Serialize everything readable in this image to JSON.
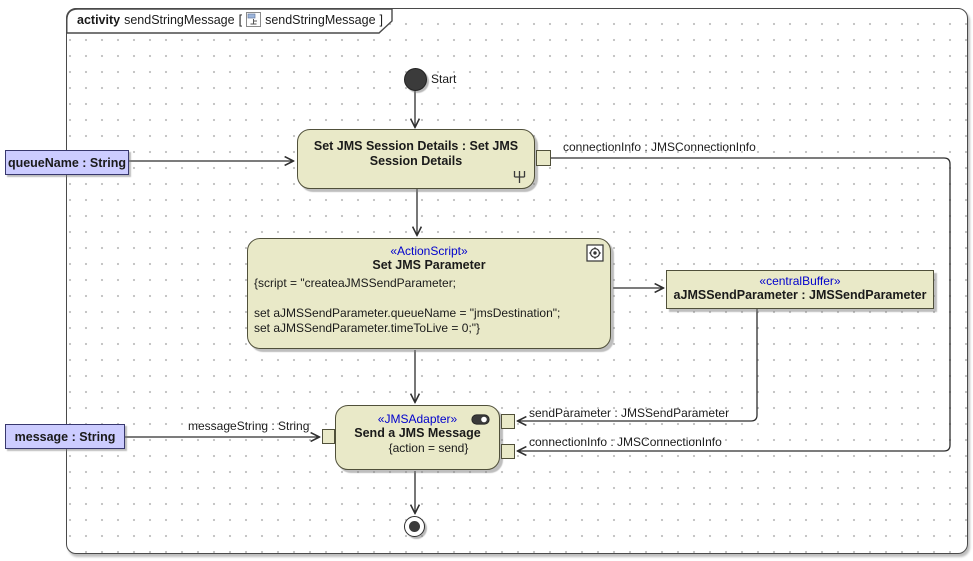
{
  "header": {
    "keyword": "activity",
    "activity_name": "sendStringMessage",
    "open_bracket": "[",
    "diagram_name": "sendStringMessage",
    "close_bracket": "]"
  },
  "nodes": {
    "start": {
      "label": "Start"
    },
    "set_jms_session": {
      "name": "Set JMS Session Details : Set JMS Session Details"
    },
    "set_jms_parameter": {
      "stereotype": "«ActionScript»",
      "name": "Set JMS Parameter",
      "body": [
        "{script = \"createaJMSSendParameter;",
        "",
        "set aJMSSendParameter.queueName = \"jmsDestination\";",
        "set aJMSSendParameter.timeToLive = 0;\"}"
      ]
    },
    "central_buffer": {
      "stereotype": "«centralBuffer»",
      "name": "aJMSSendParameter : JMSSendParameter"
    },
    "send_jms_message": {
      "stereotype": "«JMSAdapter»",
      "name": "Send a JMS Message",
      "constraint": "{action = send}"
    }
  },
  "activity_parameters": {
    "queue_name": "queueName : String",
    "message": "message : String"
  },
  "edge_labels": {
    "connection_info_top": "connectionInfo : JMSConnectionInfo",
    "send_parameter": "sendParameter : JMSSendParameter",
    "connection_info_bottom": "connectionInfo : JMSConnectionInfo",
    "message_string": "messageString : String"
  },
  "colors": {
    "node_fill": "#e9e9c8",
    "node_border": "#50503a",
    "parameter_fill": "#ccccff",
    "parameter_border": "#38386e",
    "stereotype_text": "#0000cd",
    "line": "#2e2e2e",
    "grid_dot": "#c3c3c3"
  }
}
